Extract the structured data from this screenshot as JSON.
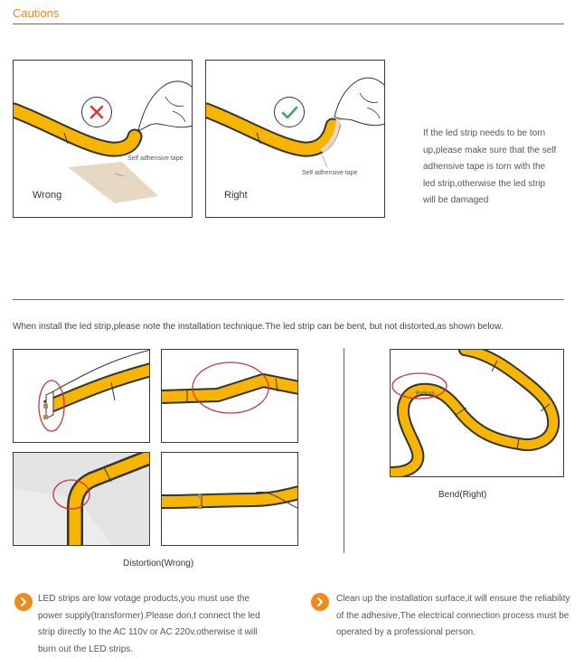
{
  "header": {
    "title": "Cautions"
  },
  "tape_panels": [
    {
      "label": "Wrong",
      "tape_label": "Self adhensive tape",
      "status": "wrong",
      "status_color": "#d9382f",
      "icon": "cross-icon"
    },
    {
      "label": "Right",
      "tape_label": "Self adhensive tape",
      "status": "right",
      "status_color": "#3aa657",
      "icon": "check-icon"
    }
  ],
  "tear_note": {
    "lines": [
      "If the led strip needs to be torn",
      "up,please make sure that the self",
      "adhensive tape is torn with the",
      "led strip,otherwise the led strip",
      "will be damaged"
    ]
  },
  "install": {
    "intro": "When install the led strip,please note the installation technique.The led strip can be bent, but not distorted,as shown below.",
    "distortion_caption": "Distortion(Wrong)",
    "bend_caption": "Bend(Right)",
    "radius_label": "R>5mm"
  },
  "notes": [
    {
      "icon": "chevron-right-icon",
      "lines": [
        "LED strips are low votage products,you must use the",
        "power supply(transformer).Please don,t connect the led",
        "strip directly to the AC 110v or AC 220v,otherwise it will",
        "burn out the LED strips."
      ]
    },
    {
      "icon": "chevron-right-icon",
      "lines": [
        "Clean up the installation surface,it will ensure the reliability",
        "of the adhesive,The electrical connection process must be",
        "operated by a professional person."
      ]
    }
  ],
  "colors": {
    "accent": "#f08a1c",
    "strip": "#f7b500",
    "tape": "#e6d8c3",
    "circle": "#c8363a"
  }
}
